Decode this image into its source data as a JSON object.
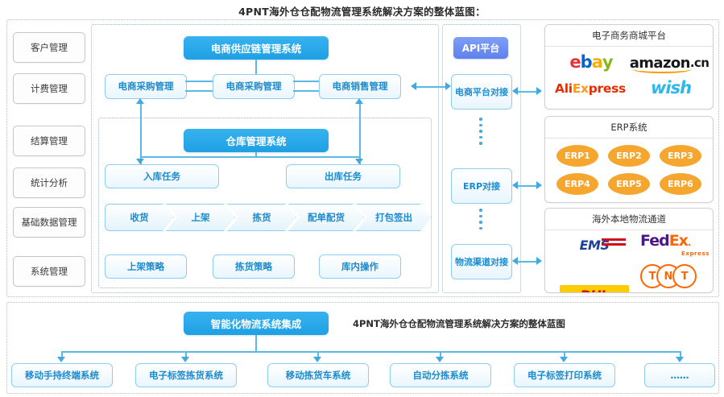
{
  "title": "4PNT海外仓仓配物流管理系统解决方案的整体蓝图：",
  "sidebar": {
    "items": [
      {
        "label": "客户管理"
      },
      {
        "label": "计费管理"
      },
      {
        "label": "结算管理"
      },
      {
        "label": "统计分析"
      },
      {
        "label": "基础数据管理"
      },
      {
        "label": "系统管理"
      }
    ]
  },
  "supply_chain": {
    "header": "电商供应链管理系统",
    "boxes": [
      {
        "label": "电商采购管理"
      },
      {
        "label": "电商采购管理"
      },
      {
        "label": "电商销售管理"
      }
    ]
  },
  "warehouse": {
    "header": "仓库管理系统",
    "tasks": [
      {
        "label": "入库任务"
      },
      {
        "label": "出库任务"
      }
    ],
    "process": [
      {
        "label": "收货"
      },
      {
        "label": "上架"
      },
      {
        "label": "拣货"
      },
      {
        "label": "配单配货"
      },
      {
        "label": "打包签出"
      }
    ],
    "strategies": [
      {
        "label": "上架策略"
      },
      {
        "label": "拣货策略"
      },
      {
        "label": "库内操作"
      }
    ]
  },
  "api": {
    "header": "API平台",
    "connectors": [
      {
        "label": "电商平台对接"
      },
      {
        "label": "ERP对接"
      },
      {
        "label": "物流渠道对接"
      }
    ]
  },
  "panels": [
    {
      "title": "电子商务商城平台",
      "logos": [
        {
          "name": "ebay-logo",
          "text": "ebay"
        },
        {
          "name": "amazon-logo",
          "text": "amazon.cn"
        },
        {
          "name": "aliexpress-logo",
          "text": "AliExpress"
        },
        {
          "name": "wish-logo",
          "text": "wish"
        }
      ]
    },
    {
      "title": "ERP系统",
      "items": [
        {
          "label": "ERP1"
        },
        {
          "label": "ERP2"
        },
        {
          "label": "ERP3"
        },
        {
          "label": "ERP4"
        },
        {
          "label": "ERP5"
        },
        {
          "label": "ERP6"
        }
      ]
    },
    {
      "title": "海外本地物流通道",
      "logos": [
        {
          "name": "ems-logo",
          "text": "EMS"
        },
        {
          "name": "fedex-logo",
          "text": "FedEx",
          "sub": "Express"
        },
        {
          "name": "dhl-logo",
          "text": "DHL"
        },
        {
          "name": "tnt-logo",
          "text": "TNT"
        }
      ]
    }
  ],
  "bottom": {
    "header": "智能化物流系统集成",
    "caption": "4PNT海外仓仓配物流管理系统解决方案的整体蓝图",
    "items": [
      {
        "label": "移动手持终端系统"
      },
      {
        "label": "电子标签拣货系统"
      },
      {
        "label": "移动拣货车系统"
      },
      {
        "label": "自动分拣系统"
      },
      {
        "label": "电子标签打印系统"
      },
      {
        "label": "……"
      }
    ]
  },
  "colors": {
    "header_blue": "#1ea0e4",
    "api_purple": "#5f81ee",
    "box_border": "#8ecdf0",
    "box_text": "#1b8bd0",
    "erp_orange": "#f5a62e",
    "connector": "#42a9e0"
  }
}
